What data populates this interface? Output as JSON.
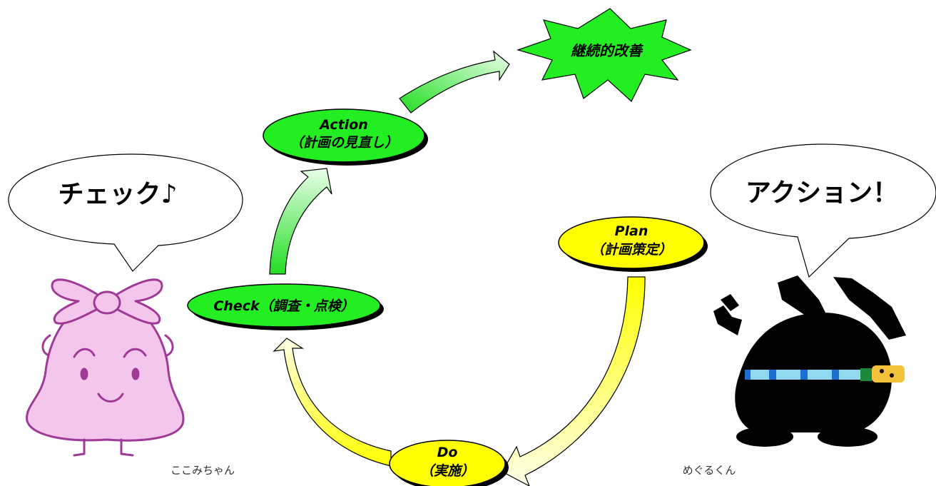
{
  "goal": {
    "label": "継続的改善",
    "color": "#22ee22"
  },
  "nodes": {
    "plan": {
      "line1": "Plan",
      "line2": "（計画策定）",
      "color": "#ffff00"
    },
    "do": {
      "line1": "Do",
      "line2": "（実施）",
      "color": "#ffff00"
    },
    "check": {
      "label": "Check（調査・点検）",
      "color": "#22ee22"
    },
    "action": {
      "line1": "Action",
      "line2": "（計画の見直し）",
      "color": "#22ee22"
    }
  },
  "characters": {
    "left": {
      "speech": "チェック♪",
      "name": "ここみちゃん"
    },
    "right": {
      "speech": "アクション！",
      "name": "めぐるくん"
    }
  },
  "colors": {
    "yellow_arrow": "#ffff33",
    "green_arrow": "#33ee33",
    "koko_body": "#f4c6ec",
    "koko_outline": "#a03a96",
    "meguru_body": "#000000",
    "meguru_belt": "#8fd8f0"
  }
}
